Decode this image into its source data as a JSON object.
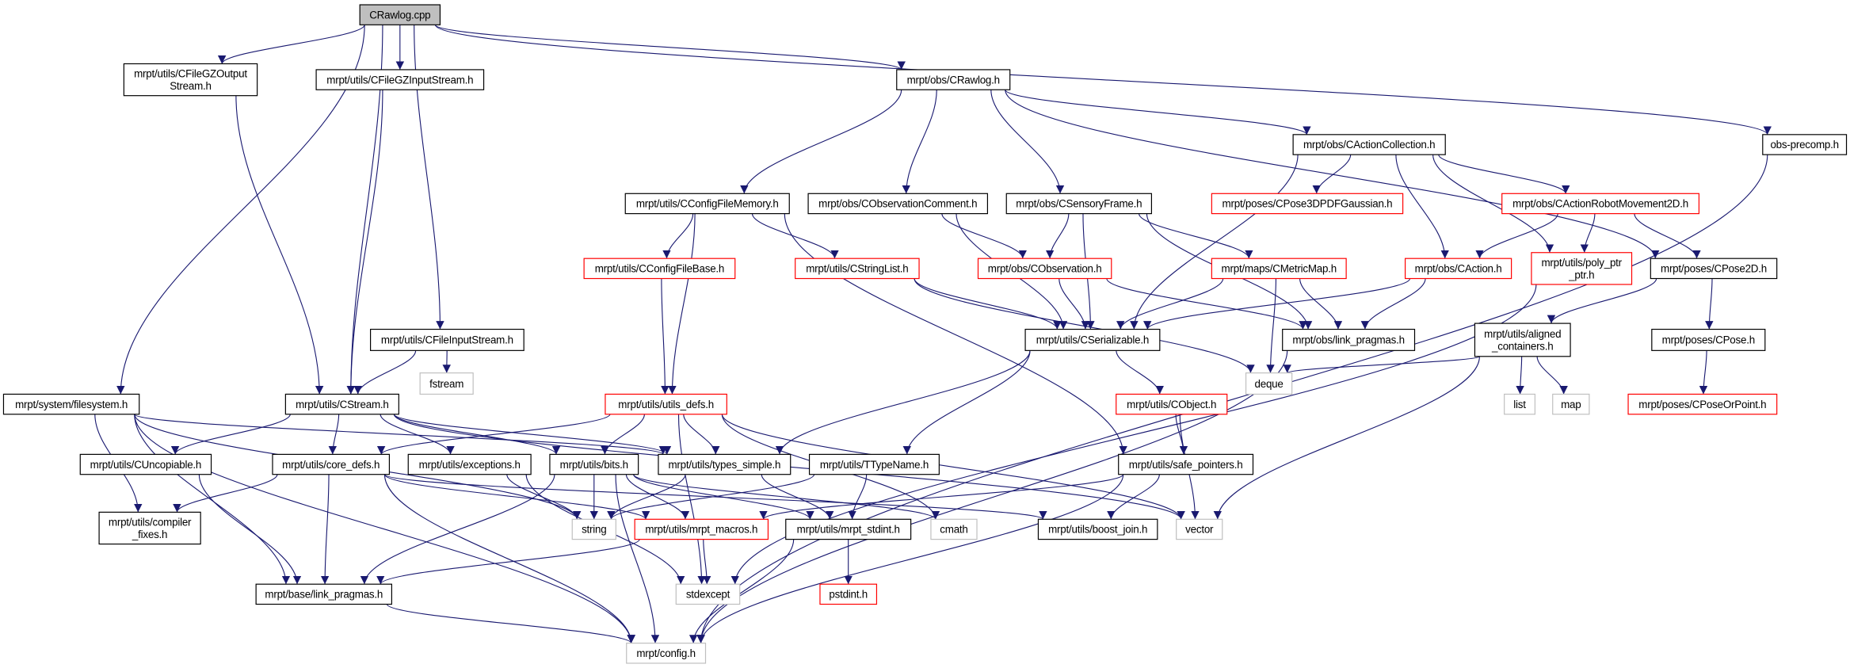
{
  "colors": {
    "edge": "#191970",
    "box_border": "#000000",
    "missing_border": "#ff0000",
    "system_border": "#bfbfbf",
    "root_fill": "#bfbfbf"
  },
  "nodes": [
    {
      "id": "cpp",
      "lines": [
        "CRawlog.cpp"
      ],
      "kind": "root"
    },
    {
      "id": "gzout",
      "lines": [
        "mrpt/utils/CFileGZOutput",
        "Stream.h"
      ],
      "kind": "doc"
    },
    {
      "id": "gzin",
      "lines": [
        "mrpt/utils/CFileGZInputStream.h"
      ],
      "kind": "doc"
    },
    {
      "id": "rawlogh",
      "lines": [
        "mrpt/obs/CRawlog.h"
      ],
      "kind": "doc"
    },
    {
      "id": "precomp",
      "lines": [
        "obs-precomp.h"
      ],
      "kind": "doc"
    },
    {
      "id": "actcoll",
      "lines": [
        "mrpt/obs/CActionCollection.h"
      ],
      "kind": "doc"
    },
    {
      "id": "pose3d",
      "lines": [
        "mrpt/poses/CPose3DPDFGaussian.h"
      ],
      "kind": "missing"
    },
    {
      "id": "arm2d",
      "lines": [
        "mrpt/obs/CActionRobotMovement2D.h"
      ],
      "kind": "missing"
    },
    {
      "id": "cfgmem",
      "lines": [
        "mrpt/utils/CConfigFileMemory.h"
      ],
      "kind": "doc"
    },
    {
      "id": "obscomm",
      "lines": [
        "mrpt/obs/CObservationComment.h"
      ],
      "kind": "doc"
    },
    {
      "id": "sframe",
      "lines": [
        "mrpt/obs/CSensoryFrame.h"
      ],
      "kind": "doc"
    },
    {
      "id": "cfgbase",
      "lines": [
        "mrpt/utils/CConfigFileBase.h"
      ],
      "kind": "missing"
    },
    {
      "id": "strlist",
      "lines": [
        "mrpt/utils/CStringList.h"
      ],
      "kind": "missing"
    },
    {
      "id": "obs",
      "lines": [
        "mrpt/obs/CObservation.h"
      ],
      "kind": "missing"
    },
    {
      "id": "metric",
      "lines": [
        "mrpt/maps/CMetricMap.h"
      ],
      "kind": "missing"
    },
    {
      "id": "action",
      "lines": [
        "mrpt/obs/CAction.h"
      ],
      "kind": "missing"
    },
    {
      "id": "polyptr",
      "lines": [
        "mrpt/utils/poly_ptr",
        "_ptr.h"
      ],
      "kind": "missing"
    },
    {
      "id": "pose2d",
      "lines": [
        "mrpt/poses/CPose2D.h"
      ],
      "kind": "doc"
    },
    {
      "id": "finput",
      "lines": [
        "mrpt/utils/CFileInputStream.h"
      ],
      "kind": "doc"
    },
    {
      "id": "serial",
      "lines": [
        "mrpt/utils/CSerializable.h"
      ],
      "kind": "doc"
    },
    {
      "id": "obslink",
      "lines": [
        "mrpt/obs/link_pragmas.h"
      ],
      "kind": "doc"
    },
    {
      "id": "aligned",
      "lines": [
        "mrpt/utils/aligned",
        "_containers.h"
      ],
      "kind": "doc"
    },
    {
      "id": "pose",
      "lines": [
        "mrpt/poses/CPose.h"
      ],
      "kind": "doc"
    },
    {
      "id": "fstream",
      "lines": [
        "fstream"
      ],
      "kind": "system"
    },
    {
      "id": "deque",
      "lines": [
        "deque"
      ],
      "kind": "system"
    },
    {
      "id": "list",
      "lines": [
        "list"
      ],
      "kind": "system"
    },
    {
      "id": "map",
      "lines": [
        "map"
      ],
      "kind": "system"
    },
    {
      "id": "filesystem",
      "lines": [
        "mrpt/system/filesystem.h"
      ],
      "kind": "doc"
    },
    {
      "id": "cstream",
      "lines": [
        "mrpt/utils/CStream.h"
      ],
      "kind": "doc"
    },
    {
      "id": "utilsdefs",
      "lines": [
        "mrpt/utils/utils_defs.h"
      ],
      "kind": "missing"
    },
    {
      "id": "cobject",
      "lines": [
        "mrpt/utils/CObject.h"
      ],
      "kind": "missing"
    },
    {
      "id": "poseorpt",
      "lines": [
        "mrpt/poses/CPoseOrPoint.h"
      ],
      "kind": "missing"
    },
    {
      "id": "uncop",
      "lines": [
        "mrpt/utils/CUncopiable.h"
      ],
      "kind": "doc"
    },
    {
      "id": "coredefs",
      "lines": [
        "mrpt/utils/core_defs.h"
      ],
      "kind": "doc"
    },
    {
      "id": "exceptions",
      "lines": [
        "mrpt/utils/exceptions.h"
      ],
      "kind": "doc"
    },
    {
      "id": "bits",
      "lines": [
        "mrpt/utils/bits.h"
      ],
      "kind": "doc"
    },
    {
      "id": "types",
      "lines": [
        "mrpt/utils/types_simple.h"
      ],
      "kind": "doc"
    },
    {
      "id": "ttype",
      "lines": [
        "mrpt/utils/TTypeName.h"
      ],
      "kind": "doc"
    },
    {
      "id": "safeptr",
      "lines": [
        "mrpt/utils/safe_pointers.h"
      ],
      "kind": "doc"
    },
    {
      "id": "compfix",
      "lines": [
        "mrpt/utils/compiler",
        "_fixes.h"
      ],
      "kind": "doc"
    },
    {
      "id": "string",
      "lines": [
        "string"
      ],
      "kind": "system"
    },
    {
      "id": "macros",
      "lines": [
        "mrpt/utils/mrpt_macros.h"
      ],
      "kind": "missing"
    },
    {
      "id": "stdint",
      "lines": [
        "mrpt/utils/mrpt_stdint.h"
      ],
      "kind": "doc"
    },
    {
      "id": "cmath",
      "lines": [
        "cmath"
      ],
      "kind": "system"
    },
    {
      "id": "boostjoin",
      "lines": [
        "mrpt/utils/boost_join.h"
      ],
      "kind": "doc"
    },
    {
      "id": "vector",
      "lines": [
        "vector"
      ],
      "kind": "system"
    },
    {
      "id": "stdexcept",
      "lines": [
        "stdexcept"
      ],
      "kind": "system"
    },
    {
      "id": "pstdint",
      "lines": [
        "pstdint.h"
      ],
      "kind": "missing"
    },
    {
      "id": "baselink",
      "lines": [
        "mrpt/base/link_pragmas.h"
      ],
      "kind": "doc"
    },
    {
      "id": "config",
      "lines": [
        "mrpt/config.h"
      ],
      "kind": "system"
    }
  ],
  "edges": [
    [
      "cpp",
      "filesystem"
    ],
    [
      "cpp",
      "gzout"
    ],
    [
      "cpp",
      "cstream"
    ],
    [
      "cpp",
      "gzin"
    ],
    [
      "cpp",
      "finput"
    ],
    [
      "cpp",
      "rawlogh"
    ],
    [
      "cpp",
      "precomp"
    ],
    [
      "gzout",
      "cstream"
    ],
    [
      "gzin",
      "cstream"
    ],
    [
      "finput",
      "cstream"
    ],
    [
      "finput",
      "fstream"
    ],
    [
      "rawlogh",
      "cfgmem"
    ],
    [
      "rawlogh",
      "obscomm"
    ],
    [
      "rawlogh",
      "sframe"
    ],
    [
      "rawlogh",
      "actcoll"
    ],
    [
      "rawlogh",
      "pose2d"
    ],
    [
      "actcoll",
      "serial"
    ],
    [
      "actcoll",
      "pose3d"
    ],
    [
      "actcoll",
      "action"
    ],
    [
      "actcoll",
      "polyptr"
    ],
    [
      "actcoll",
      "arm2d"
    ],
    [
      "arm2d",
      "action"
    ],
    [
      "arm2d",
      "polyptr"
    ],
    [
      "arm2d",
      "pose2d"
    ],
    [
      "cfgmem",
      "utilsdefs"
    ],
    [
      "cfgmem",
      "cfgbase"
    ],
    [
      "cfgmem",
      "strlist"
    ],
    [
      "cfgmem",
      "safeptr"
    ],
    [
      "obscomm",
      "serial"
    ],
    [
      "obscomm",
      "obs"
    ],
    [
      "sframe",
      "obs"
    ],
    [
      "sframe",
      "serial"
    ],
    [
      "sframe",
      "metric"
    ],
    [
      "sframe",
      "obslink"
    ],
    [
      "cfgbase",
      "utilsdefs"
    ],
    [
      "strlist",
      "serial"
    ],
    [
      "strlist",
      "deque"
    ],
    [
      "obs",
      "serial"
    ],
    [
      "obs",
      "obslink"
    ],
    [
      "metric",
      "serial"
    ],
    [
      "metric",
      "obslink"
    ],
    [
      "metric",
      "deque"
    ],
    [
      "action",
      "serial"
    ],
    [
      "action",
      "obslink"
    ],
    [
      "polyptr",
      "stdexcept"
    ],
    [
      "pose2d",
      "aligned"
    ],
    [
      "pose2d",
      "pose"
    ],
    [
      "pose",
      "poseorpt"
    ],
    [
      "aligned",
      "deque"
    ],
    [
      "aligned",
      "list"
    ],
    [
      "aligned",
      "map"
    ],
    [
      "aligned",
      "vector"
    ],
    [
      "obslink",
      "config"
    ],
    [
      "precomp",
      "config"
    ],
    [
      "serial",
      "types"
    ],
    [
      "serial",
      "ttype"
    ],
    [
      "serial",
      "cobject"
    ],
    [
      "cobject",
      "safeptr"
    ],
    [
      "cobject",
      "vector"
    ],
    [
      "utilsdefs",
      "coredefs"
    ],
    [
      "utilsdefs",
      "bits"
    ],
    [
      "utilsdefs",
      "types"
    ],
    [
      "utilsdefs",
      "cmath"
    ],
    [
      "utilsdefs",
      "vector"
    ],
    [
      "utilsdefs",
      "stdexcept"
    ],
    [
      "filesystem",
      "types"
    ],
    [
      "filesystem",
      "string"
    ],
    [
      "filesystem",
      "compfix"
    ],
    [
      "filesystem",
      "baselink"
    ],
    [
      "filesystem",
      "config"
    ],
    [
      "cstream",
      "uncop"
    ],
    [
      "cstream",
      "coredefs"
    ],
    [
      "cstream",
      "exceptions"
    ],
    [
      "cstream",
      "bits"
    ],
    [
      "cstream",
      "types"
    ],
    [
      "cstream",
      "vector"
    ],
    [
      "uncop",
      "baselink"
    ],
    [
      "coredefs",
      "compfix"
    ],
    [
      "coredefs",
      "baselink"
    ],
    [
      "coredefs",
      "config"
    ],
    [
      "coredefs",
      "macros"
    ],
    [
      "coredefs",
      "boostjoin"
    ],
    [
      "exceptions",
      "string"
    ],
    [
      "exceptions",
      "stdexcept"
    ],
    [
      "bits",
      "string"
    ],
    [
      "bits",
      "macros"
    ],
    [
      "bits",
      "stdint"
    ],
    [
      "bits",
      "baselink"
    ],
    [
      "bits",
      "config"
    ],
    [
      "bits",
      "cmath"
    ],
    [
      "types",
      "string"
    ],
    [
      "types",
      "stdint"
    ],
    [
      "ttype",
      "string"
    ],
    [
      "ttype",
      "stdint"
    ],
    [
      "safeptr",
      "macros"
    ],
    [
      "safeptr",
      "boostjoin"
    ],
    [
      "safeptr",
      "config"
    ],
    [
      "macros",
      "stdexcept"
    ],
    [
      "macros",
      "baselink"
    ],
    [
      "stdint",
      "pstdint"
    ],
    [
      "stdint",
      "config"
    ],
    [
      "baselink",
      "config"
    ]
  ]
}
